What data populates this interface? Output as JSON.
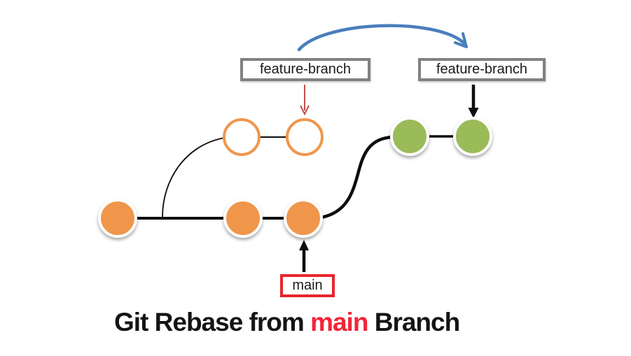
{
  "title": {
    "prefix": "Git Rebase from ",
    "highlight": "main",
    "suffix": " Branch"
  },
  "labels": {
    "old_feature_branch": "feature-branch",
    "new_feature_branch": "feature-branch",
    "main_branch": "main"
  },
  "diagram": {
    "type": "git-commit-graph",
    "main_commits": 3,
    "original_feature_commits": 2,
    "rebased_feature_commits": 2,
    "description": "Feature branch commits (hollow orange) are rebased onto the tip of main (solid orange), producing new commits (green); blue arrow shows the feature-branch pointer moving"
  },
  "colors": {
    "commit_orange": "#F0964B",
    "commit_green": "#9BBB59",
    "arrow_blue": "#4A7EBB",
    "arrow_dark_red": "#C0504D",
    "box_red": "#E8252A",
    "title_red": "#F12639",
    "box_gray": "#818181",
    "line_black": "#0d0d0d"
  }
}
